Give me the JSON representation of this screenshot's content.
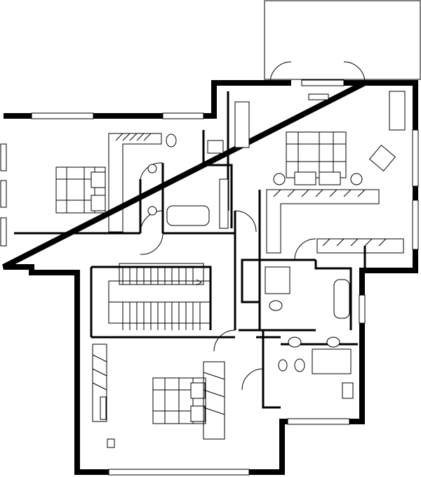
{
  "plan": {
    "colors": {
      "wall": "#000000",
      "background": "#ffffff"
    },
    "rooms": [
      "bedroom-left",
      "bedroom-master",
      "bedroom-lower",
      "bathroom-left",
      "bathroom-right",
      "staircase",
      "hall",
      "terrace"
    ]
  }
}
